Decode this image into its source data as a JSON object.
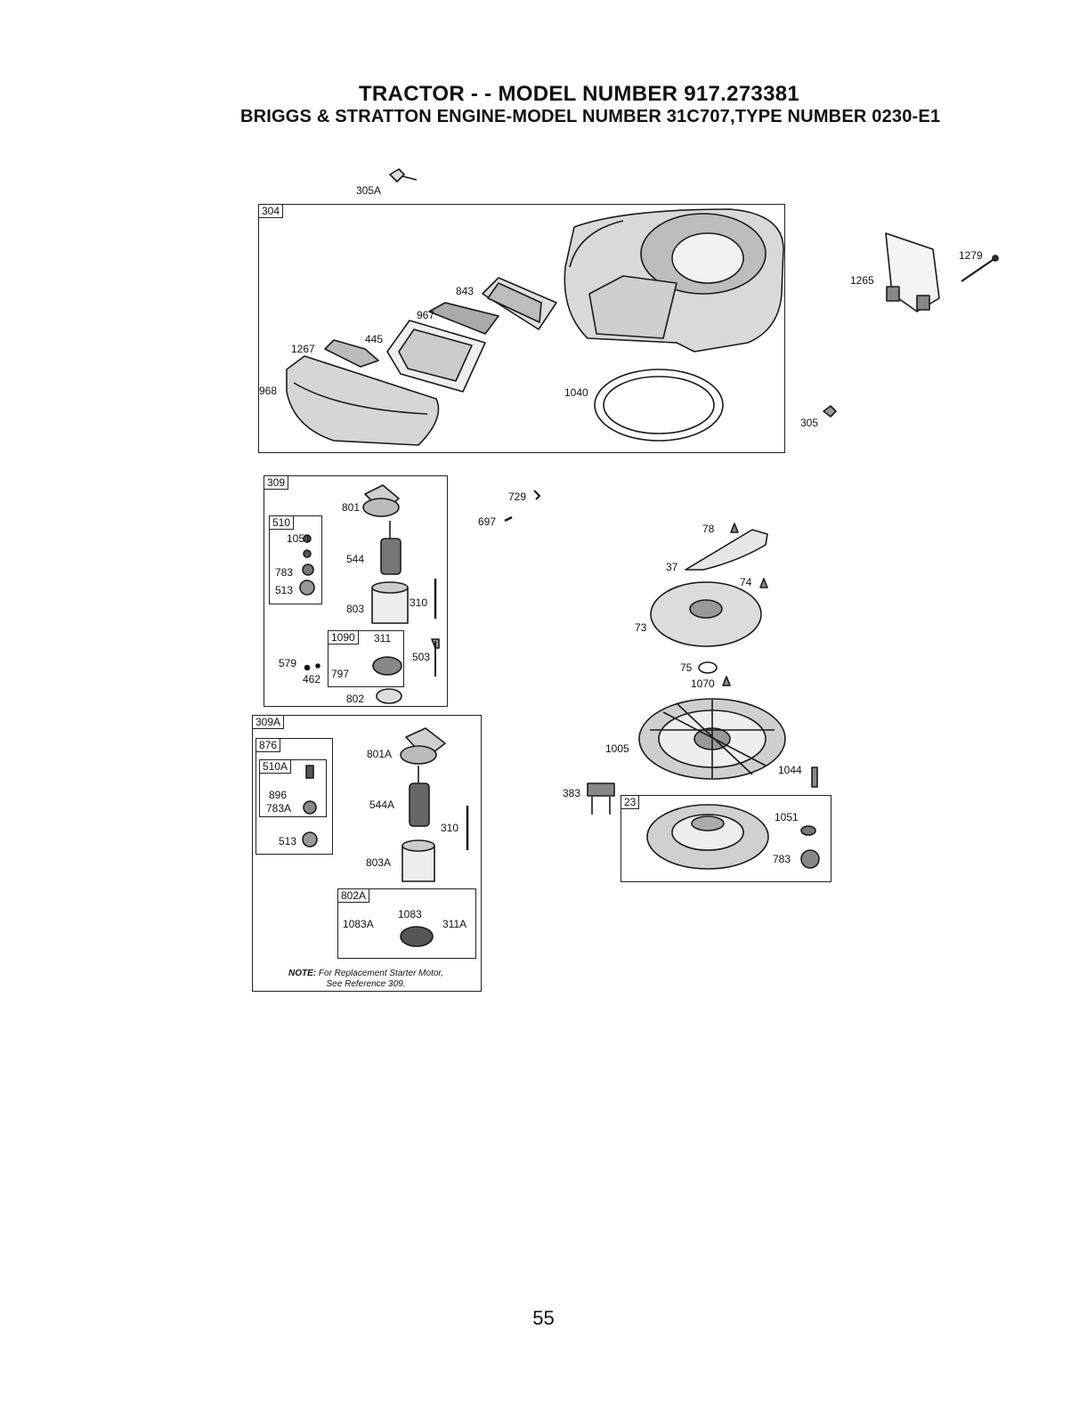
{
  "header": {
    "title": "TRACTOR - - MODEL NUMBER  917.273381",
    "subtitle": "BRIGGS & STRATTON ENGINE-MODEL NUMBER 31C707,TYPE NUMBER 0230-E1"
  },
  "boxes": {
    "b304": "304",
    "b309": "309",
    "b510": "510",
    "b1090": "1090",
    "b309A": "309A",
    "b876": "876",
    "b510A": "510A",
    "b802A": "802A",
    "b23": "23"
  },
  "labels": {
    "l305A": "305A",
    "l843": "843",
    "l967": "967",
    "l1267": "1267",
    "l445": "445",
    "l968": "968",
    "l1040": "1040",
    "l1265": "1265",
    "l1279": "1279",
    "l305": "305",
    "l801": "801",
    "l1051a": "1051",
    "l544": "544",
    "l783a": "783",
    "l513a": "513",
    "l803": "803",
    "l310a": "310",
    "l311": "311",
    "l579": "579",
    "l462": "462",
    "l797": "797",
    "l503": "503",
    "l802": "802",
    "l729": "729",
    "l697": "697",
    "l78": "78",
    "l37": "37",
    "l74": "74",
    "l73": "73",
    "l75": "75",
    "l1070": "1070",
    "l1005": "1005",
    "l1044": "1044",
    "l383": "383",
    "l1051b": "1051",
    "l783b": "783",
    "l801A": "801A",
    "l896": "896",
    "l783A": "783A",
    "l544A": "544A",
    "l310b": "310",
    "l513b": "513",
    "l803A": "803A",
    "l1083": "1083",
    "l1083A": "1083A",
    "l311A": "311A"
  },
  "note": {
    "prefix": "NOTE:",
    "line1": "For Replacement Starter Motor,",
    "line2": "See Reference 309."
  },
  "page_number": "55"
}
